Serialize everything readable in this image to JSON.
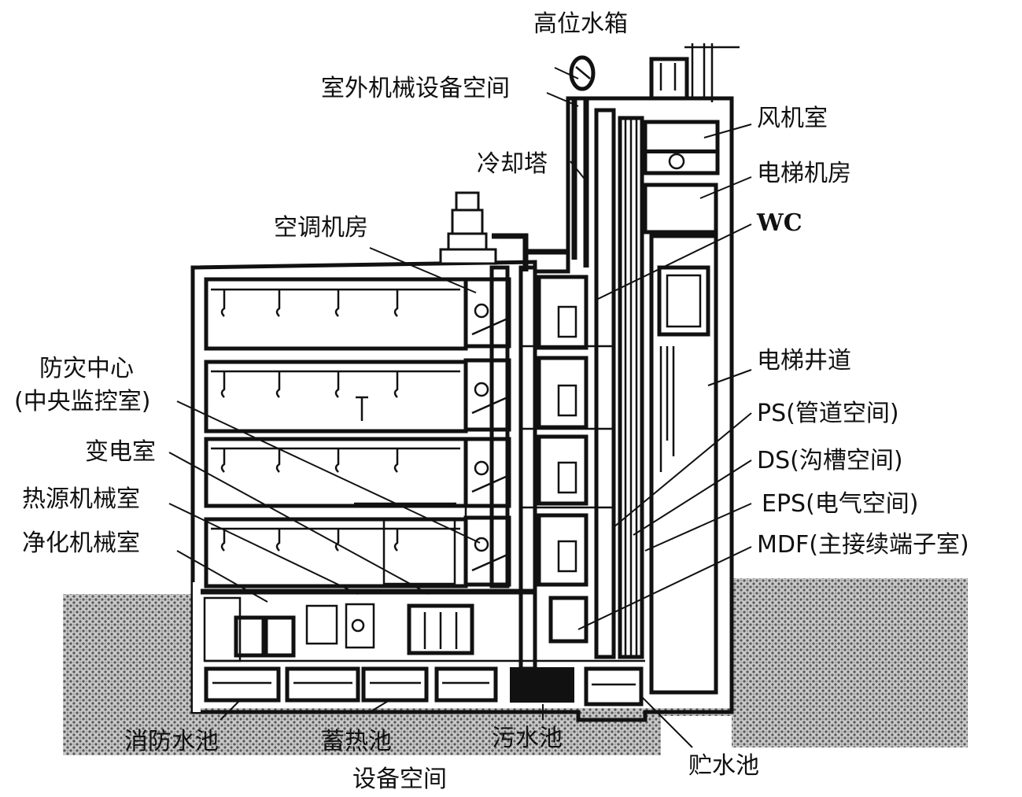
{
  "labels": {
    "tank_high": "高位水箱",
    "outdoor_equipment": "室外机械设备空间",
    "cooling_tower": "冷却塔",
    "ac_room": "空调机房",
    "fan_room": "风机室",
    "elevator_machine_room": "电梯机房",
    "wc": "WC",
    "disaster_center_1": "防灾中心",
    "disaster_center_2": "(中央监控室)",
    "substation": "变电室",
    "heat_source_room": "热源机械室",
    "purification_room": "净化机械室",
    "elevator_shaft": "电梯井道",
    "ps": "PS(管道空间)",
    "ds": "DS(沟槽空间)",
    "eps": "EPS(电气空间)",
    "mdf": "MDF(主接续端子室)",
    "fire_water_pool": "消防水池",
    "heat_storage_pool": "蓄热池",
    "equipment_space": "设备空间",
    "sewage_pool": "污水池",
    "storage_pool": "贮水池"
  },
  "colors": {
    "ink": "#111111",
    "paper": "#ffffff",
    "ground_hatch": "#8a8a8a"
  }
}
